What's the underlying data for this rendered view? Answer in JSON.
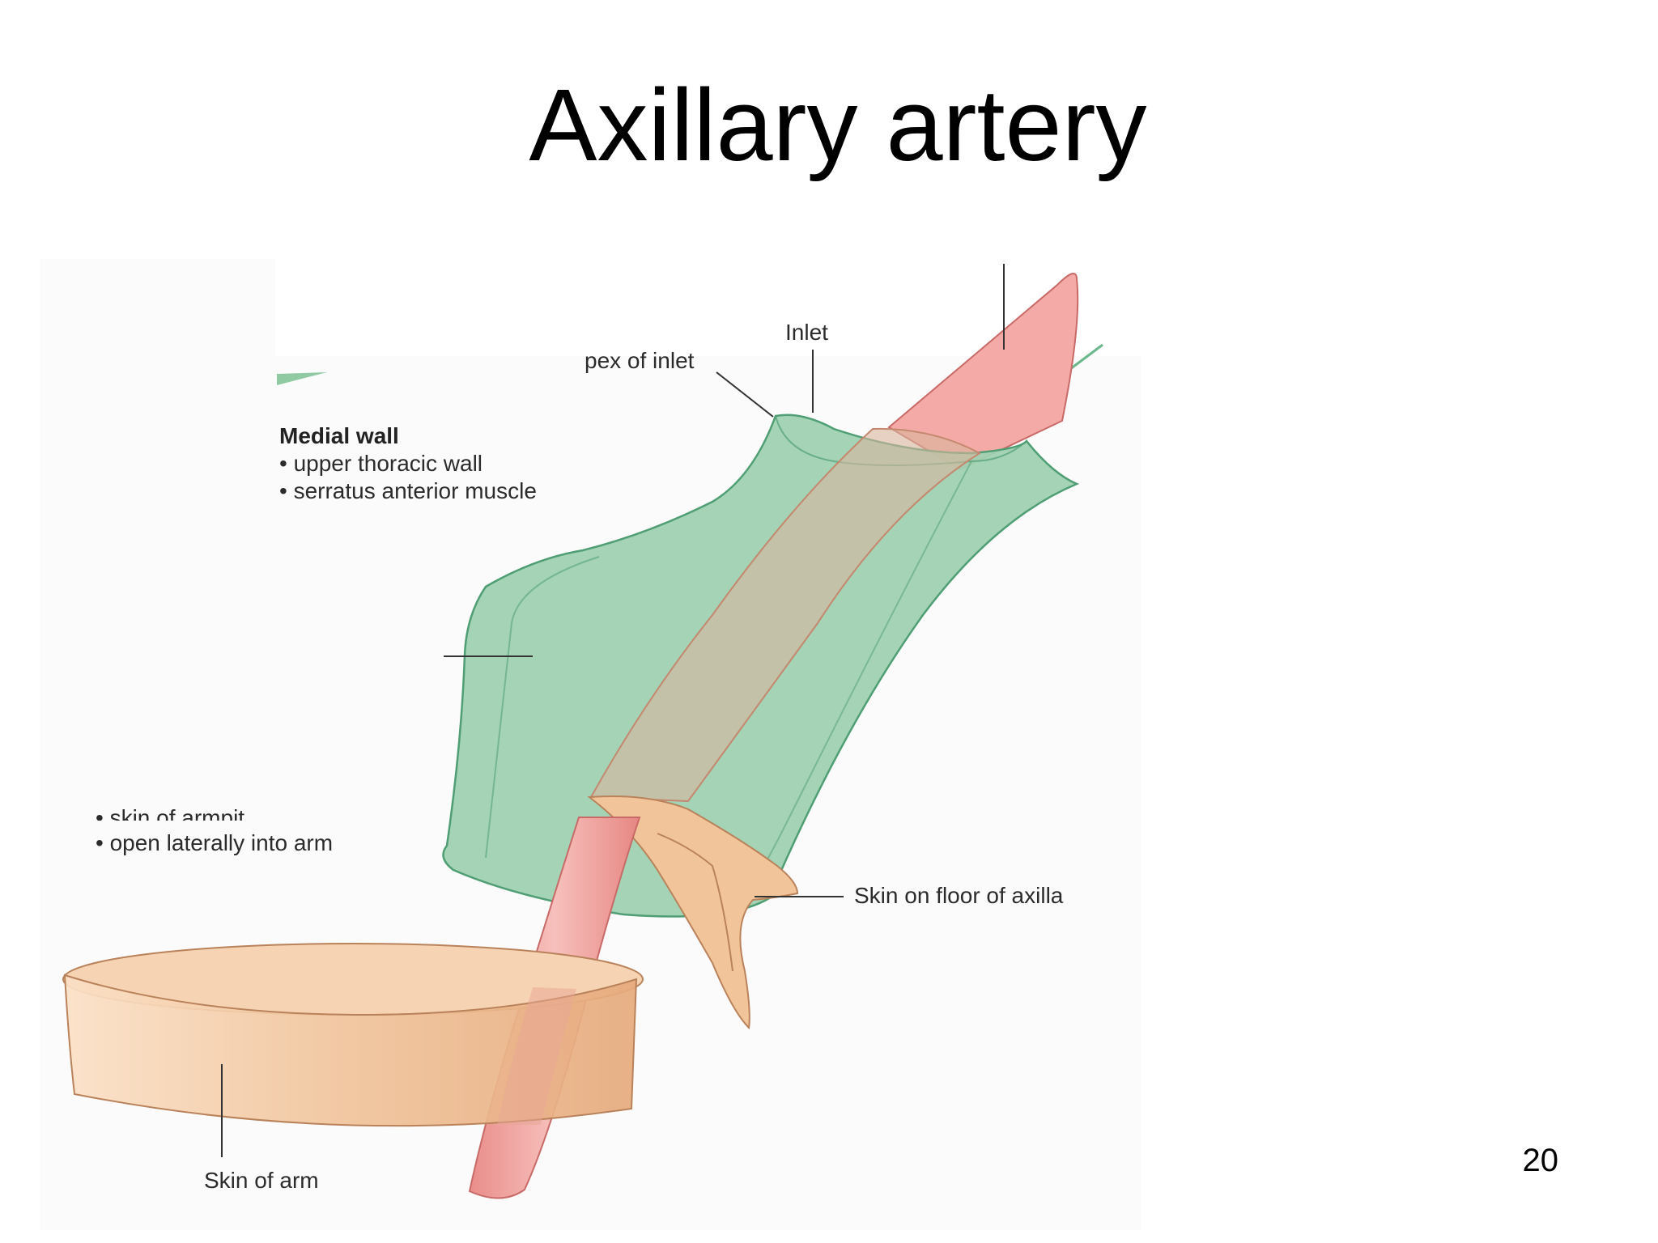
{
  "slide": {
    "title": "Axillary artery",
    "page_number": "20"
  },
  "figure": {
    "labels": {
      "inlet": "Inlet",
      "apex_of_inlet": "pex of inlet",
      "medial_wall_heading": "Medial wall",
      "medial_wall_item_1": "• upper thoracic wall",
      "medial_wall_item_2": "• serratus anterior muscle",
      "floor_item_partial": "• skin of armpit",
      "floor_item_2": "• open laterally into arm",
      "skin_on_floor_of_axilla": "Skin on floor of axilla",
      "skin_of_arm": "Skin of arm"
    },
    "colors": {
      "wall_green": "#9fd1b1",
      "wall_green_edge": "#4f9e74",
      "artery_pink": "#f2a4a0",
      "artery_edge": "#c86a67",
      "skin_tan": "#f2c49a",
      "skin_edge": "#b9825a"
    }
  }
}
